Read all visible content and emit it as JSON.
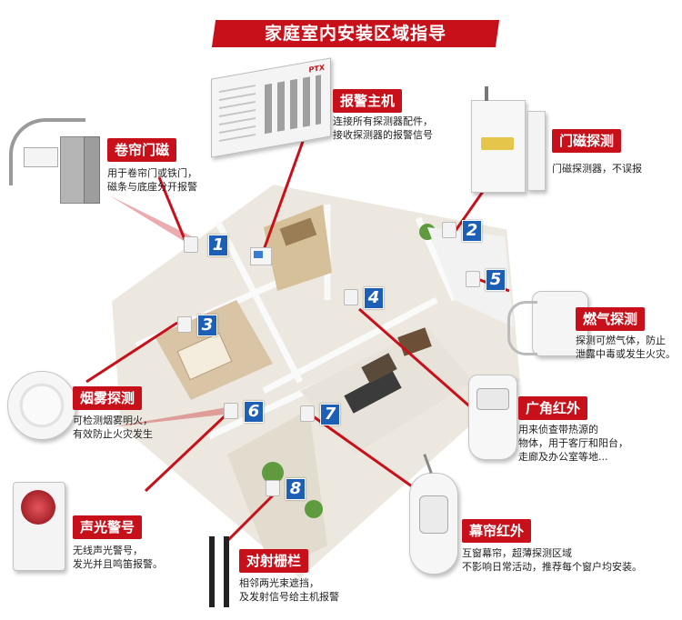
{
  "title": "家庭室内安装区域指导",
  "devices": [
    {
      "id": "main_panel",
      "name": "报警主机",
      "desc": "连接所有探测器配件，\n接收探测器的报警信号",
      "icon": "alarm-control-panel-icon"
    },
    {
      "id": "door_magnet",
      "name": "门磁探测",
      "desc": "门磁探测器，不误报",
      "icon": "door-sensor-icon"
    },
    {
      "id": "shutter_magnet",
      "name": "卷帘门磁",
      "desc": "用于卷帘门或铁门，\n磁条与底座分开报警",
      "icon": "shutter-magnet-icon"
    },
    {
      "id": "gas",
      "name": "燃气探测",
      "desc": "探测可燃气体，防止\n泄露中毒或发生火灾。",
      "icon": "gas-detector-icon"
    },
    {
      "id": "smoke",
      "name": "烟雾探测",
      "desc": "可检测烟雾明火，\n有效防止火灾发生",
      "icon": "smoke-detector-icon"
    },
    {
      "id": "pir_wide",
      "name": "广角红外",
      "desc": "用来侦查带热源的\n物体，用于客厅和阳台，\n走廊及办公室等地...",
      "icon": "pir-sensor-icon"
    },
    {
      "id": "siren",
      "name": "声光警号",
      "desc": "无线声光警号，\n发光并且鸣笛报警。",
      "icon": "siren-icon"
    },
    {
      "id": "beam",
      "name": "对射栅栏",
      "desc": "相邻两光束遮挡，\n及发射信号给主机报警",
      "icon": "beam-fence-icon"
    },
    {
      "id": "curtain",
      "name": "幕帘红外",
      "desc": "互窗幕帘，超薄探测区域\n不影响日常活动，推荐每个窗户均安装。",
      "icon": "curtain-pir-icon"
    }
  ],
  "markers": [
    "1",
    "2",
    "3",
    "4",
    "5",
    "6",
    "7",
    "8"
  ],
  "panel_brand": "PTX",
  "colors": {
    "accent": "#c8101a",
    "marker_blue": "#1d5fb5"
  }
}
